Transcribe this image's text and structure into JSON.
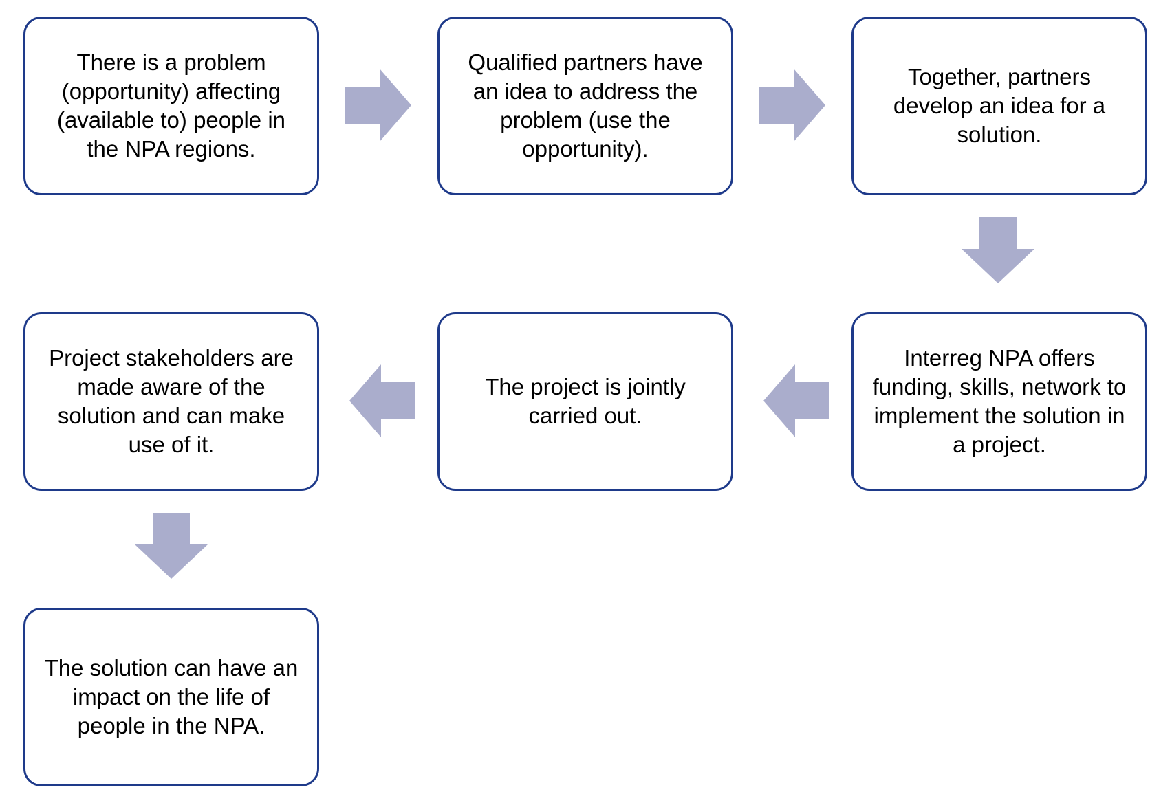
{
  "diagram": {
    "steps": [
      {
        "id": "step-1",
        "text": "There is a problem (opportunity) affecting (available to) people in the NPA regions."
      },
      {
        "id": "step-2",
        "text": "Qualified partners have an idea to address the problem (use the opportunity)."
      },
      {
        "id": "step-3",
        "text": "Together, partners develop an idea for a solution."
      },
      {
        "id": "step-4",
        "text": "Interreg NPA offers funding, skills, network to implement the solution in a project."
      },
      {
        "id": "step-5",
        "text": "The project is jointly carried out."
      },
      {
        "id": "step-6",
        "text": "Project stakeholders are made aware of the solution and can make use of it."
      },
      {
        "id": "step-7",
        "text": "The solution can have an impact on the life of people in the NPA."
      }
    ],
    "arrows": [
      {
        "from": "step-1",
        "to": "step-2",
        "direction": "right"
      },
      {
        "from": "step-2",
        "to": "step-3",
        "direction": "right"
      },
      {
        "from": "step-3",
        "to": "step-4",
        "direction": "down"
      },
      {
        "from": "step-4",
        "to": "step-5",
        "direction": "left"
      },
      {
        "from": "step-5",
        "to": "step-6",
        "direction": "left"
      },
      {
        "from": "step-6",
        "to": "step-7",
        "direction": "down"
      }
    ],
    "colors": {
      "box_border": "#1e3a8a",
      "arrow_fill": "#aaadcc",
      "text": "#000000",
      "background": "#ffffff"
    }
  }
}
